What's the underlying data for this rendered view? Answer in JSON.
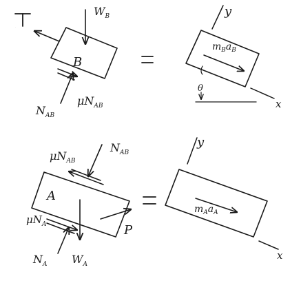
{
  "top_fbd": {
    "tension_label": "T",
    "weight_label": "W",
    "weight_sub": "B",
    "block_label": "B",
    "friction_label": "μN",
    "friction_sub": "AB",
    "normal_label": "N",
    "normal_sub": "AB"
  },
  "top_kd": {
    "inertia_label": "m",
    "inertia_sub1": "B",
    "inertia_mid": "a",
    "inertia_sub2": "B",
    "y_axis_label": "y",
    "x_axis_label": "x",
    "angle_label": "θ"
  },
  "bottom_fbd": {
    "friction_top_label": "μN",
    "friction_top_sub": "AB",
    "normal_top_label": "N",
    "normal_top_sub": "AB",
    "block_label": "A",
    "friction_ground_label": "μN",
    "friction_ground_sub": "A",
    "force_label": "P",
    "normal_ground_label": "N",
    "normal_ground_sub": "A",
    "weight_label": "W",
    "weight_sub": "A"
  },
  "bottom_kd": {
    "inertia_label": "m",
    "inertia_sub1": "A",
    "inertia_mid": "a",
    "inertia_sub2": "A",
    "y_axis_label": "y",
    "x_axis_label": "x"
  },
  "equals_sign": "="
}
